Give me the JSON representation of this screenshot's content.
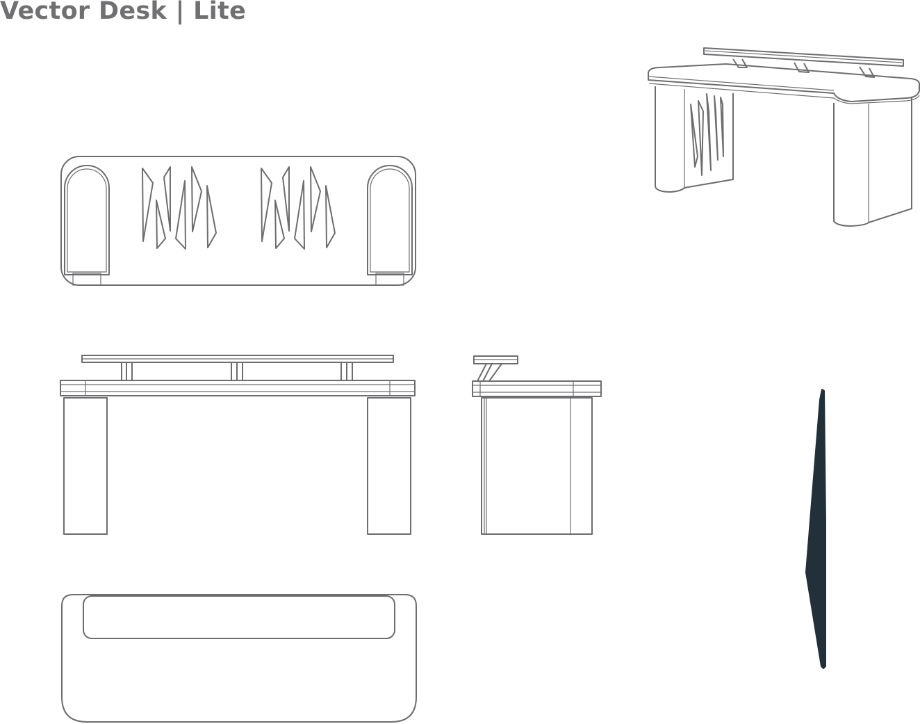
{
  "title": "Vector Desk | Lite",
  "colors": {
    "line": "#6d6d70",
    "title": "#707072",
    "accent_shape": "#22303a",
    "background": "#ffffff"
  },
  "views": [
    "front-view",
    "isometric-view",
    "elevation-view",
    "side-view",
    "plan-view",
    "panel-profile"
  ]
}
